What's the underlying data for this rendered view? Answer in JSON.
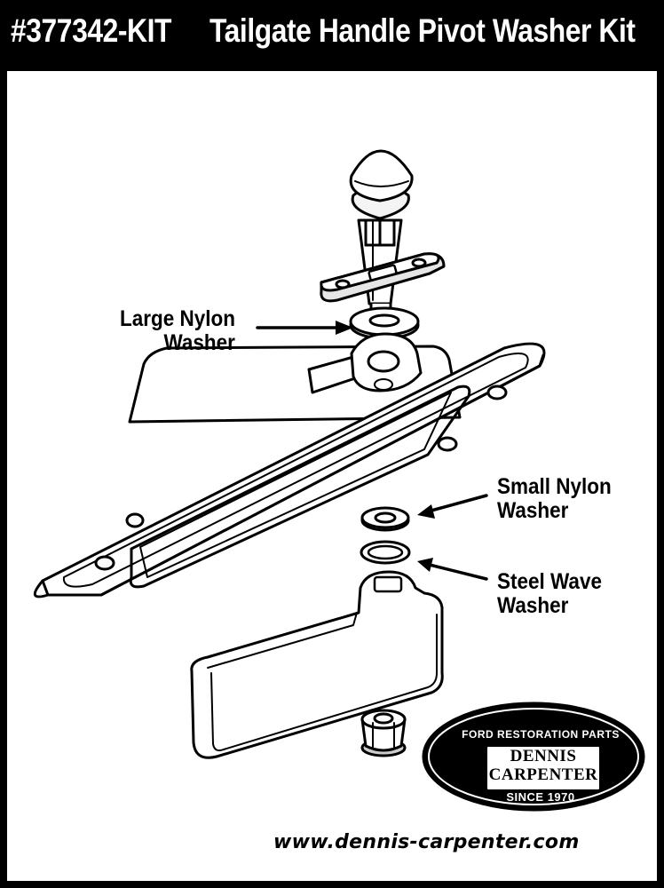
{
  "header": {
    "part_number": "#377342-KIT",
    "kit_name": "Tailgate Handle Pivot Washer Kit"
  },
  "callouts": {
    "large_nylon_washer": [
      "Large Nylon",
      "Washer"
    ],
    "small_nylon_washer": [
      "Small Nylon",
      "Washer"
    ],
    "steel_wave_washer": [
      "Steel Wave",
      "Washer"
    ]
  },
  "logo": {
    "top_text": "FORD RESTORATION PARTS",
    "name_line1": "DENNIS",
    "name_line2": "CARPENTER",
    "bottom_text": "SINCE 1970"
  },
  "website": "www.dennis-carpenter.com",
  "colors": {
    "background": "#ffffff",
    "border": "#000000",
    "ink": "#000000"
  }
}
